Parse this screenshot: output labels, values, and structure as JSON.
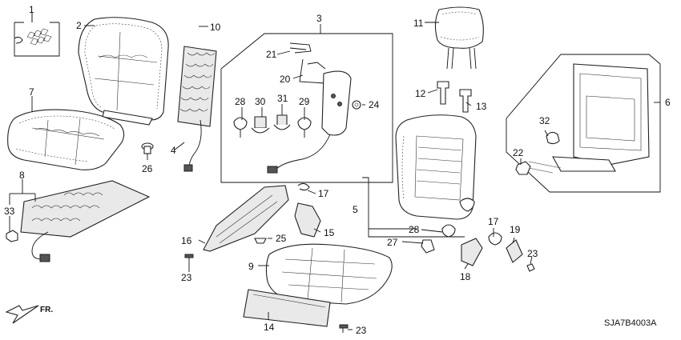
{
  "diagram": {
    "catalog_code": "SJA7B4003A",
    "direction_label": "FR.",
    "callouts": {
      "c1": "1",
      "c2": "2",
      "c3": "3",
      "c4": "4",
      "c5": "5",
      "c6": "6",
      "c7": "7",
      "c8": "8",
      "c9": "9",
      "c10": "10",
      "c11": "11",
      "c12": "12",
      "c13": "13",
      "c14": "14",
      "c15": "15",
      "c16": "16",
      "c17a": "17",
      "c17b": "17",
      "c18": "18",
      "c19": "19",
      "c20": "20",
      "c21": "21",
      "c22": "22",
      "c23a": "23",
      "c23b": "23",
      "c23c": "23",
      "c24": "24",
      "c25": "25",
      "c26": "26",
      "c27": "27",
      "c28a": "28",
      "c28b": "28",
      "c29": "29",
      "c30": "30",
      "c31": "31",
      "c32": "32",
      "c33": "33"
    }
  }
}
